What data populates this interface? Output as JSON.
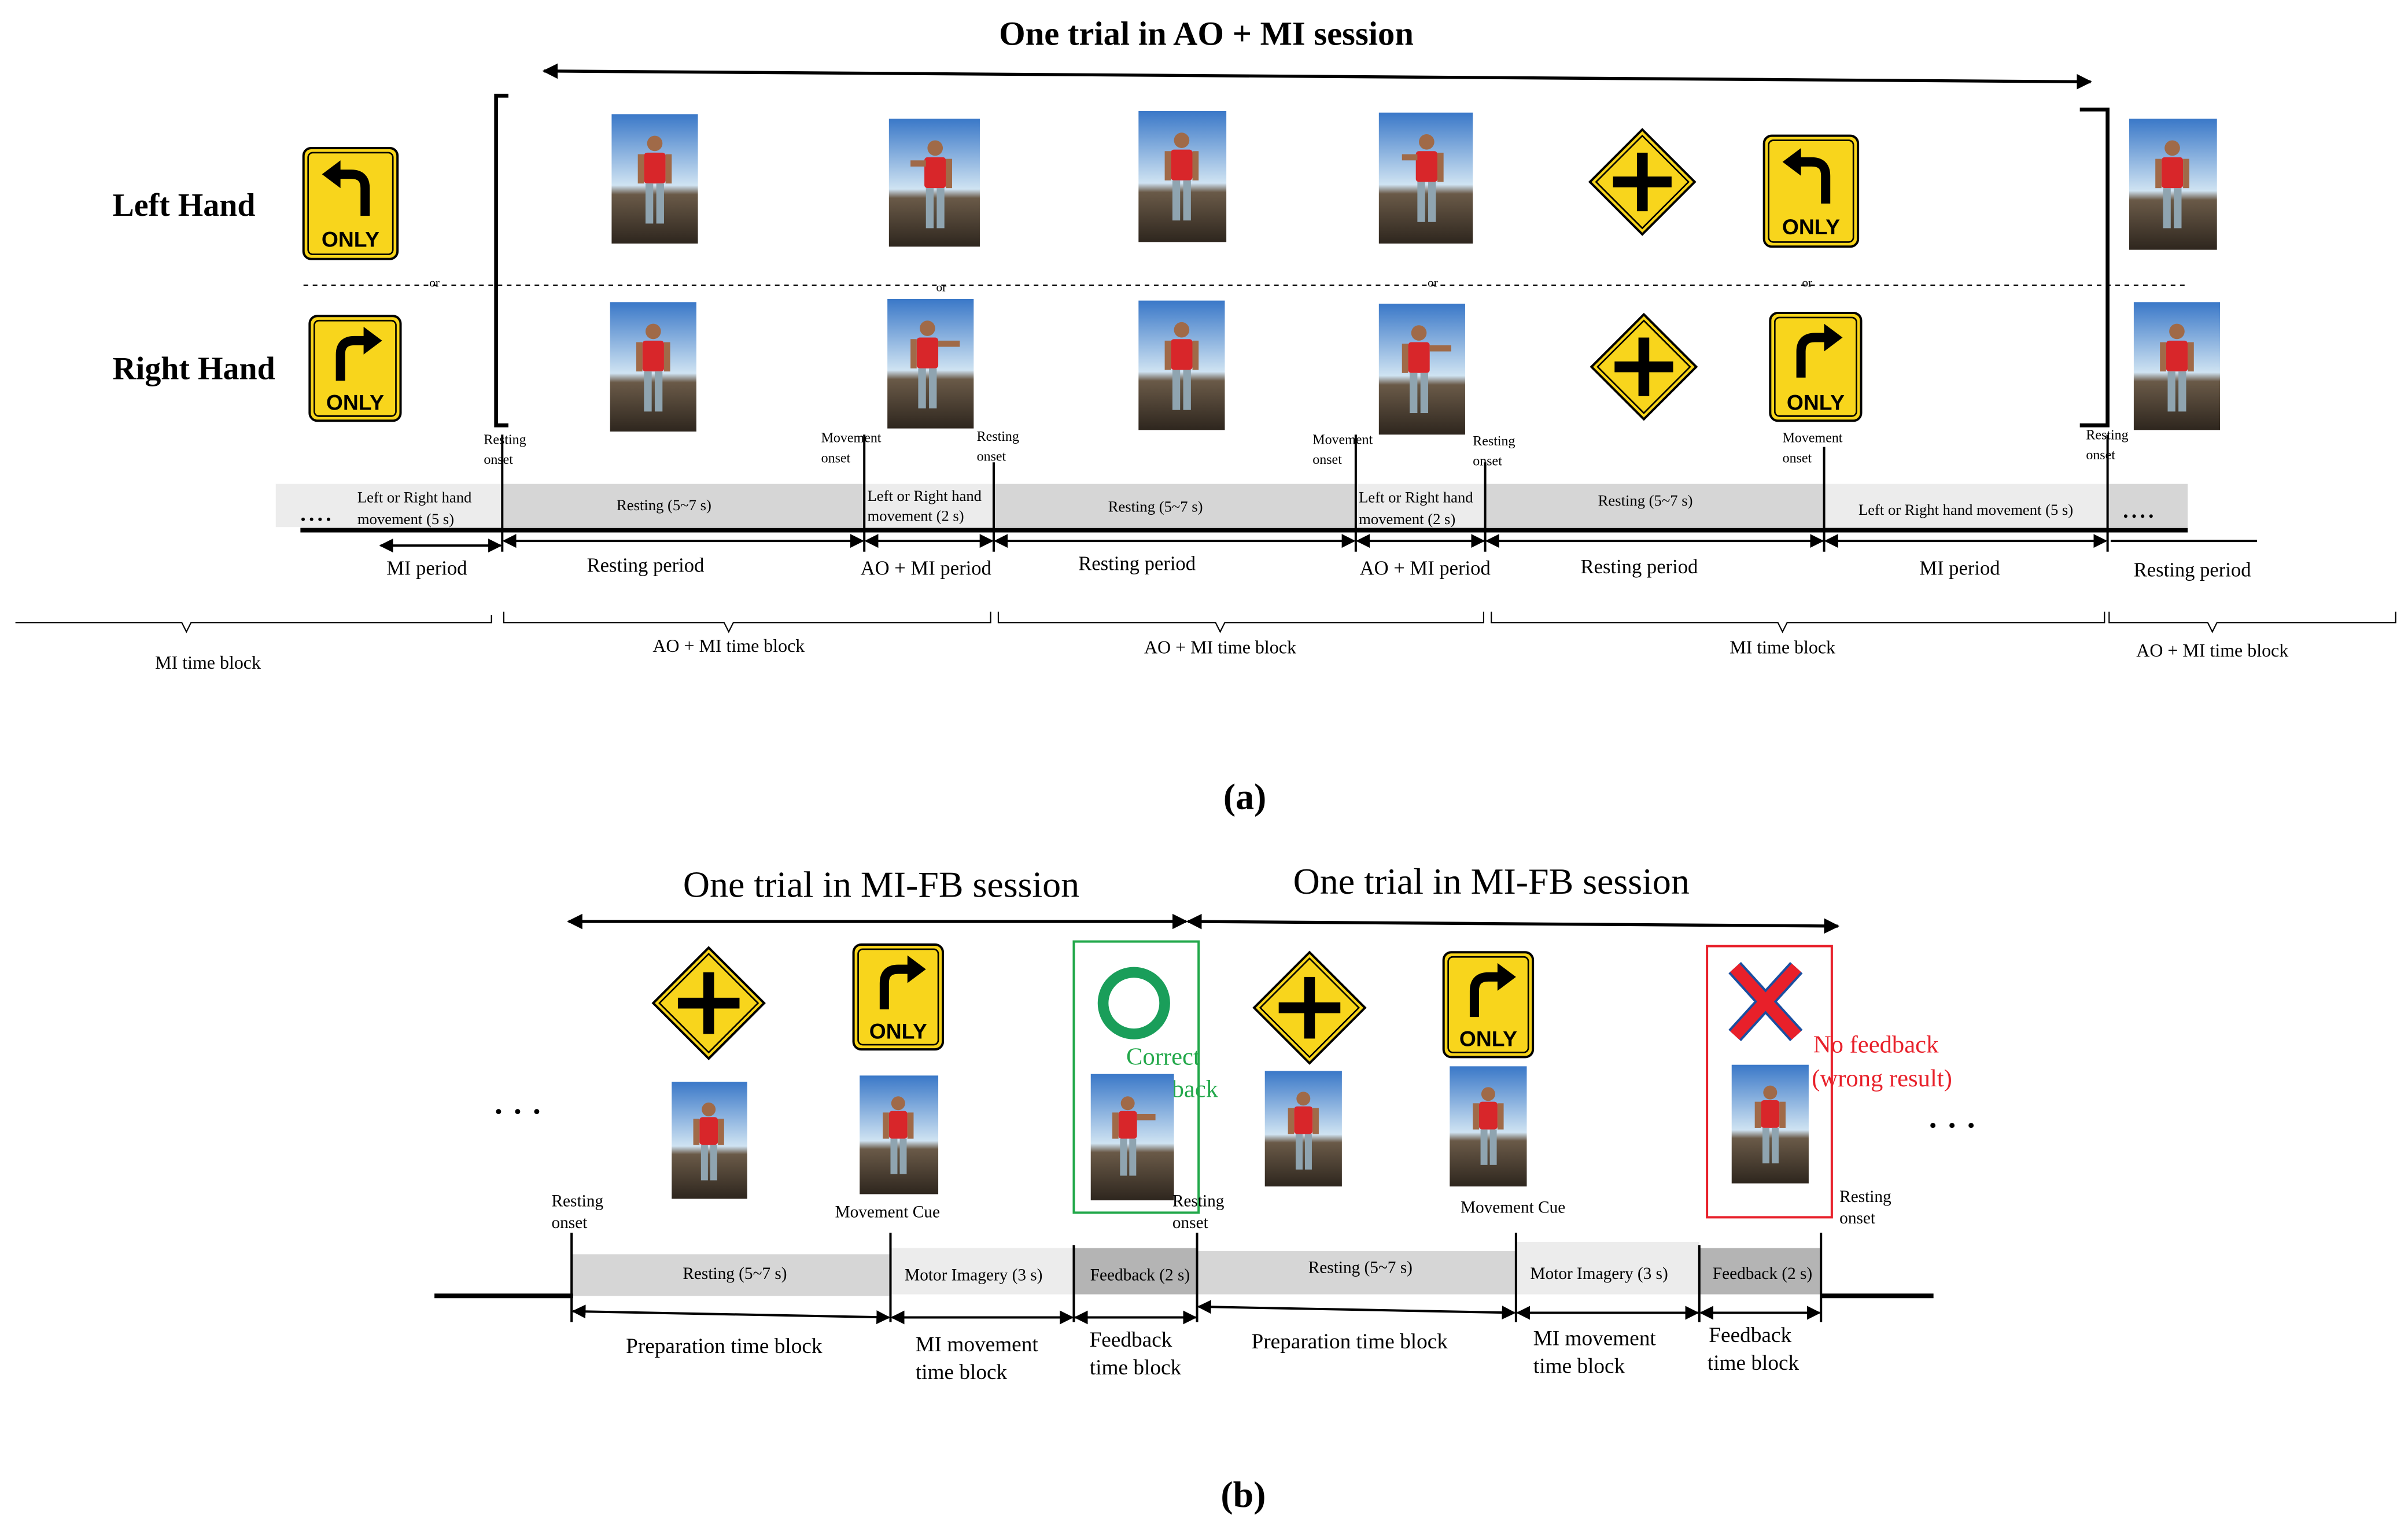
{
  "colors": {
    "sign_yellow": "#f8d51c",
    "bar_light": "#e6e6e6",
    "bar_mid": "#d2d2d2",
    "bar_dark": "#b4b4b4",
    "correct_green": "#22a84a",
    "wrong_red": "#e8202a",
    "sky_top": "#3a78c8",
    "ground": "#3c3227",
    "shirt": "#d8262a"
  },
  "icons": {
    "left_turn": "left-turn-only-sign-icon",
    "right_turn": "right-turn-only-sign-icon",
    "cross": "crossroad-diamond-sign-icon",
    "correct": "green-circle-icon",
    "wrong": "red-x-icon"
  },
  "panel_a": {
    "title": "One trial in AO + MI session",
    "row_left": "Left Hand",
    "row_right": "Right Hand",
    "sign_word": "ONLY",
    "or": "or",
    "markers": {
      "resting": [
        "Resting",
        "onset"
      ],
      "movement": [
        "Movement",
        "onset"
      ]
    },
    "ellipsis": "....",
    "bar_labels": {
      "mi_move_left": [
        "Left or Right hand",
        "movement  (5 s)"
      ],
      "resting1": "Resting (5~7 s)",
      "aomi_move1": [
        "Left or Right hand",
        "movement  (2 s)"
      ],
      "resting2": "Resting (5~7 s)",
      "aomi_move2": [
        "Left or Right hand",
        "movement  (2 s)"
      ],
      "resting3": "Resting (5~7 s)",
      "mi_move_right": "Left or Right hand movement  (5 s)"
    },
    "periods": {
      "mi1": "MI period",
      "rest1": "Resting period",
      "aomi1": "AO + MI period",
      "rest2": "Resting period",
      "aomi2": "AO + MI  period",
      "rest3": "Resting period",
      "mi2": "MI period",
      "rest4": "Resting period"
    },
    "blocks": {
      "b1": "MI time block",
      "b2": "AO + MI time block",
      "b3": "AO + MI time block",
      "b4": "MI time block",
      "b5": "AO + MI time block"
    },
    "caption": "(a)"
  },
  "panel_b": {
    "title1": "One trial in MI-FB session",
    "title2": "One trial in MI-FB session",
    "ellipsis": "• • •",
    "sign_word": "ONLY",
    "correct_label": [
      "Correct",
      "feedback"
    ],
    "wrong_label": [
      "No feedback",
      "(wrong result)"
    ],
    "resting_onset": [
      "Resting",
      "onset"
    ],
    "movement_cue": "Movement Cue",
    "bar_labels": {
      "resting1": "Resting (5~7 s)",
      "mi1": "Motor Imagery (3 s)",
      "fb1": "Feedback (2 s)",
      "resting2": "Resting (5~7 s)",
      "mi2": "Motor Imagery (3 s)",
      "fb2": "Feedback (2 s)"
    },
    "blocks": {
      "prep1": "Preparation time block",
      "mi1": [
        "MI movement",
        "time block"
      ],
      "fb1": [
        "Feedback",
        "time block"
      ],
      "prep2": "Preparation time block",
      "mi2": [
        "MI movement",
        "time block"
      ],
      "fb2": [
        "Feedback",
        "time block"
      ]
    },
    "caption": "(b)"
  }
}
